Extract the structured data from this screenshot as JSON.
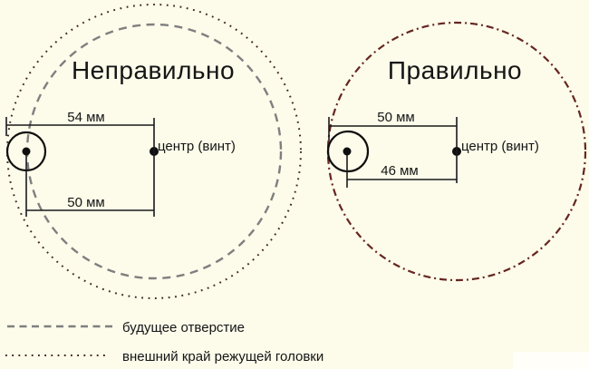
{
  "figure": {
    "wrong_title": {
      "text": "Неправильно",
      "color": "#C3261A"
    },
    "correct_title": {
      "text": "Правильно",
      "color": "#1E8A1E"
    },
    "left_diagram": {
      "dim_top": "54 мм",
      "dim_bottom": "50 мм",
      "center_label": "центр (винт)"
    },
    "right_diagram": {
      "dim_top": "50 мм",
      "dim_bottom": "46 мм",
      "center_label": "центр (винт)"
    },
    "legend": {
      "dashed_label": "будущее отверстие",
      "dotted_label": "внешний край режущей головки"
    },
    "colors": {
      "background": "#FDFBEA",
      "future_hole_dash": "#7F7F7F",
      "cutter_edge_dot": "#3E2723",
      "correct_outline": "#652620",
      "corner_patch": "#FFFEF9"
    }
  }
}
